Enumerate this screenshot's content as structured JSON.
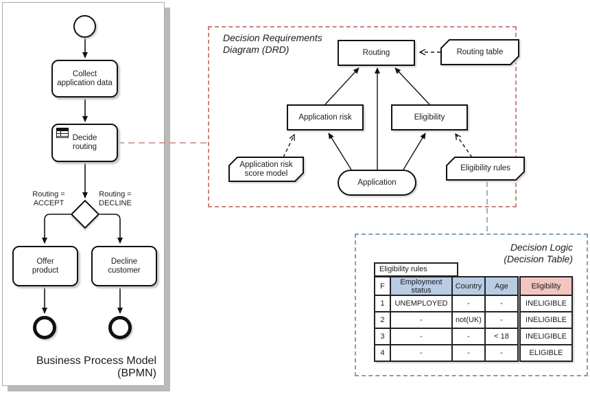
{
  "bpmn": {
    "caption": "Business Process Model\n(BPMN)",
    "collect_task": "Collect\napplication data",
    "decide_task": "Decide\nrouting",
    "offer_task": "Offer\nproduct",
    "decline_task": "Decline\ncustomer",
    "gateway_left_label": "Routing =\nACCEPT",
    "gateway_right_label": "Routing =\nDECLINE"
  },
  "drd": {
    "title": "Decision Requirements\nDiagram (DRD)",
    "routing": "Routing",
    "routing_table": "Routing table",
    "application_risk": "Application risk",
    "eligibility": "Eligibility",
    "application_risk_score_model": "Application risk\nscore model",
    "application": "Application",
    "eligibility_rules": "Eligibility rules"
  },
  "decision_logic": {
    "title": "Decision Logic\n(Decision Table)",
    "table_label": "Eligibility rules",
    "columns": [
      "F",
      "Employment\nstatus",
      "Country",
      "Age",
      "Eligibility"
    ],
    "rows": [
      [
        "1",
        "UNEMPLOYED",
        "-",
        "-",
        "INELIGIBLE"
      ],
      [
        "2",
        "-",
        "not(UK)",
        "-",
        "INELIGIBLE"
      ],
      [
        "3",
        "-",
        "-",
        "< 18",
        "INELIGIBLE"
      ],
      [
        "4",
        "-",
        "-",
        "-",
        "ELIGIBLE"
      ]
    ]
  },
  "colors": {
    "drd_border": "#c9837c",
    "logic_border": "#7f9db9",
    "input_header_bg": "#b8cce4",
    "output_header_bg": "#f2c5c0"
  }
}
